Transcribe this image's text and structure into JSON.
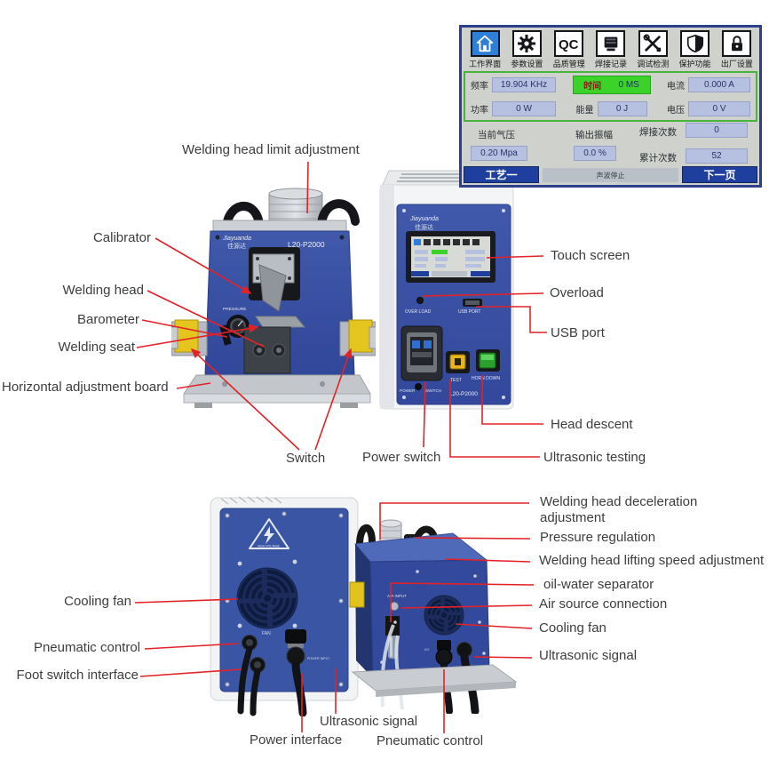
{
  "screen_panel": {
    "toolbar": [
      {
        "icon": "home-icon",
        "label": "工作界面",
        "active": true
      },
      {
        "icon": "gear-icon",
        "label": "参数设置",
        "active": false
      },
      {
        "icon": "qc-icon",
        "label": "品质管理",
        "active": false
      },
      {
        "icon": "record-icon",
        "label": "焊接记录",
        "active": false
      },
      {
        "icon": "tools-icon",
        "label": "调试检测",
        "active": false
      },
      {
        "icon": "shield-icon",
        "label": "保护功能",
        "active": false
      },
      {
        "icon": "lock-icon",
        "label": "出厂设置",
        "active": false
      }
    ],
    "qc_text": "QC",
    "rows": {
      "freq_label": "频率",
      "freq_value": "19.904 KHz",
      "time_label": "时间",
      "time_value": "0 MS",
      "current_label": "电流",
      "current_value": "0.000 A",
      "power_label": "功率",
      "power_value": "0 W",
      "energy_label": "能量",
      "energy_value": "0 J",
      "volt_label": "电压",
      "volt_value": "0 V",
      "air_label": "当前气压",
      "air_value": "0.20 Mpa",
      "amp_label": "输出振幅",
      "amp_value": "0.0 %",
      "weld_label": "焊接次数",
      "weld_value": "0",
      "total_label": "累计次数",
      "total_value": "52"
    },
    "footer": {
      "process": "工艺一",
      "stop": "声波停止",
      "next": "下一页"
    },
    "colors": {
      "accent_blue": "#1f3f9e",
      "active_icon": "#2f7fd8",
      "time_green": "#3bd32a",
      "cell_blue": "#b6c1e2"
    }
  },
  "machine": {
    "brand": "Jiayuanda",
    "brand_cn": "佳源达",
    "model": "L20-P2000",
    "pressure": "PRESSURE",
    "overload": "OVER LOAD",
    "usb": "USB PORT",
    "power_switch_l": "POWER",
    "power_switch_r": "SWITCH",
    "test": "TEST",
    "horn_down": "HORN DOWN",
    "fan": "FAN",
    "air_input": "AIR INPUT",
    "high_voltage": "HIGH VOLTAGE",
    "power_input": "POWER INPUT",
    "io": "I/O",
    "body_blue": "#3a55a4",
    "leader_red": "#e32227"
  },
  "annotations": [
    {
      "id": "welding-head-limit-adjustment",
      "text": "Welding head limit adjustment"
    },
    {
      "id": "calibrator",
      "text": "Calibrator"
    },
    {
      "id": "welding-head",
      "text": "Welding head"
    },
    {
      "id": "barometer",
      "text": "Barometer"
    },
    {
      "id": "welding-seat",
      "text": "Welding seat"
    },
    {
      "id": "horizontal-adjustment-board",
      "text": "Horizontal adjustment board"
    },
    {
      "id": "switch",
      "text": "Switch"
    },
    {
      "id": "power-switch",
      "text": "Power switch"
    },
    {
      "id": "touch-screen",
      "text": "Touch screen"
    },
    {
      "id": "overload",
      "text": "Overload"
    },
    {
      "id": "usb-port",
      "text": "USB port"
    },
    {
      "id": "head-descent",
      "text": "Head descent"
    },
    {
      "id": "ultrasonic-testing",
      "text": "Ultrasonic testing"
    },
    {
      "id": "cooling-fan-left",
      "text": "Cooling fan"
    },
    {
      "id": "pneumatic-control-left",
      "text": "Pneumatic control"
    },
    {
      "id": "foot-switch-interface",
      "text": "Foot switch interface"
    },
    {
      "id": "welding-head-deceleration-adjustment",
      "text": "Welding head deceleration adjustment"
    },
    {
      "id": "pressure-regulation",
      "text": "Pressure regulation"
    },
    {
      "id": "welding-head-lifting-speed-adjustment",
      "text": "Welding head lifting speed adjustment"
    },
    {
      "id": "oil-water-separator",
      "text": "oil-water separator"
    },
    {
      "id": "air-source-connection",
      "text": "Air source connection"
    },
    {
      "id": "cooling-fan-right",
      "text": "Cooling fan"
    },
    {
      "id": "ultrasonic-signal-right",
      "text": "Ultrasonic signal"
    },
    {
      "id": "ultrasonic-signal-bottom",
      "text": "Ultrasonic signal"
    },
    {
      "id": "power-interface",
      "text": "Power interface"
    },
    {
      "id": "pneumatic-control-bottom",
      "text": "Pneumatic control"
    }
  ]
}
